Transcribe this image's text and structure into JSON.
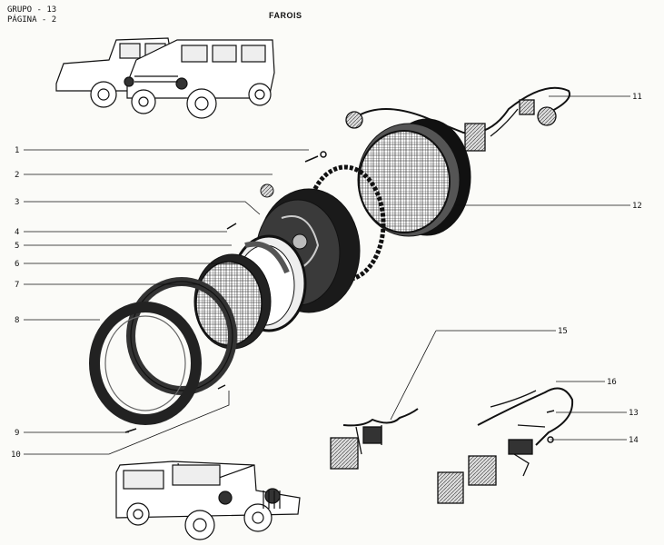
{
  "header": {
    "grupo": "GRUPO - 13",
    "pagina": "PÁGINA - 2"
  },
  "title": "FAROIS",
  "callouts": [
    "1",
    "2",
    "3",
    "4",
    "5",
    "6",
    "7",
    "8",
    "9",
    "10",
    "11",
    "12",
    "13",
    "14",
    "15",
    "16"
  ]
}
